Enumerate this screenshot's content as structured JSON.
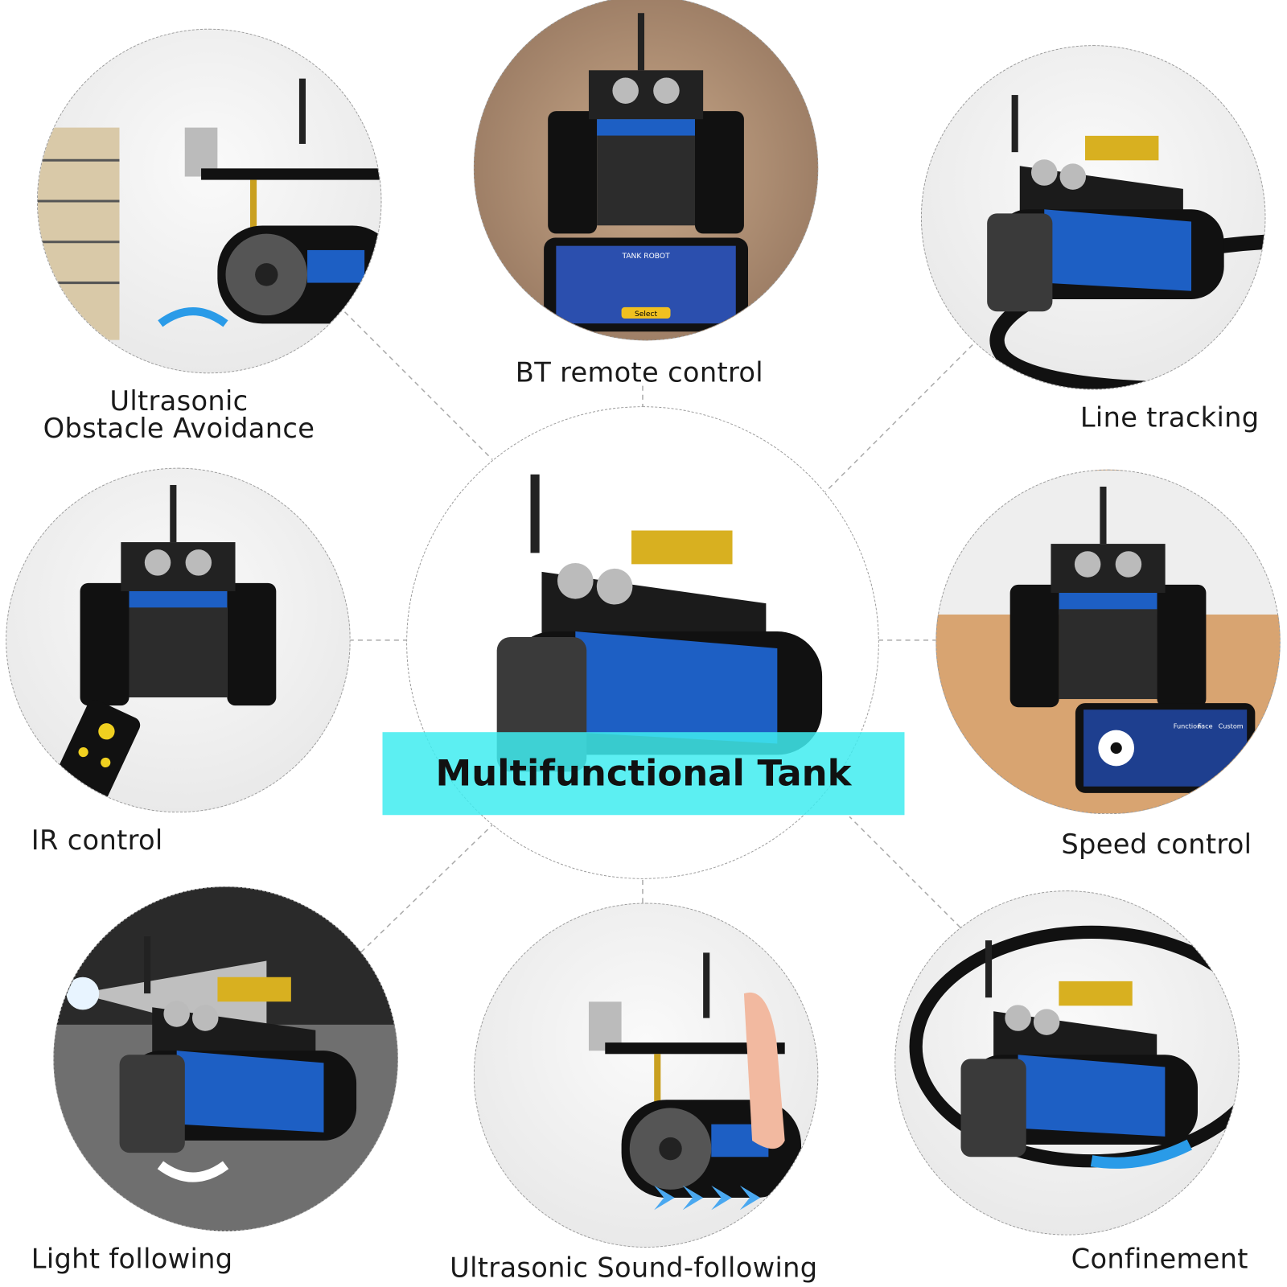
{
  "title": "Multifunctional Tank",
  "features": [
    {
      "id": "ultrasonic-obstacle-avoidance",
      "label_lines": [
        "Ultrasonic",
        "Obstacle Avoidance"
      ]
    },
    {
      "id": "bt-remote-control",
      "label": "BT remote control",
      "phone_screen_title": "TANK ROBOT",
      "phone_button": "Select"
    },
    {
      "id": "line-tracking",
      "label": "Line tracking"
    },
    {
      "id": "ir-control",
      "label": "IR control"
    },
    {
      "id": "speed-control",
      "label": "Speed control",
      "phone_tabs": [
        "Function",
        "Face",
        "Custom"
      ]
    },
    {
      "id": "light-following",
      "label": "Light following"
    },
    {
      "id": "ultrasonic-sound-following",
      "label": "Ultrasonic Sound-following"
    },
    {
      "id": "confinement",
      "label": "Confinement"
    }
  ],
  "colors": {
    "banner": "#40ecf0",
    "robot_body": "#1d5fc4",
    "track": "#1a1a1a",
    "arrow": "#2a9be8"
  }
}
